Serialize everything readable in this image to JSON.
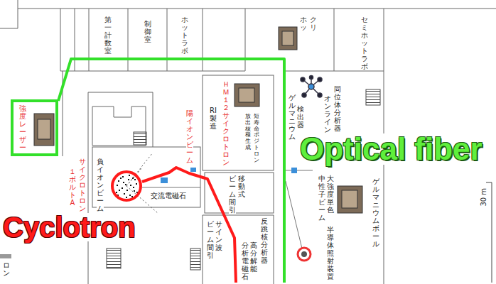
{
  "diagram": {
    "nodes": [
      {
        "text": [
          "強度レーザー"
        ]
      },
      {
        "text": [
          "Cyclotron"
        ]
      }
    ],
    "labels": [
      "第一計数室",
      "制御室",
      "ホットラボ",
      "クリ",
      "ホッ",
      "セミホットラボ",
      "１ボルトA",
      "サイクロトロン",
      "負イオンビーム",
      "交流電磁石",
      "陽イオンビーム",
      "RI製造",
      "ＨＭ１２サイクロトロン",
      "短寿命ポジトロン",
      "放出核種生成",
      "移動式",
      "ビーム間引",
      "サイン波",
      "ビーム間引",
      "高分解能",
      "分析電磁石",
      "反跳核分析器",
      "ゲルマニウム",
      "検出器",
      "オンライン",
      "同位体分析器",
      "大強度単色",
      "中性子ビーム",
      "ゲルマニウムボール",
      "半導体照射装置",
      "ロン",
      "30 m",
      "Optical fiber"
    ]
  }
}
